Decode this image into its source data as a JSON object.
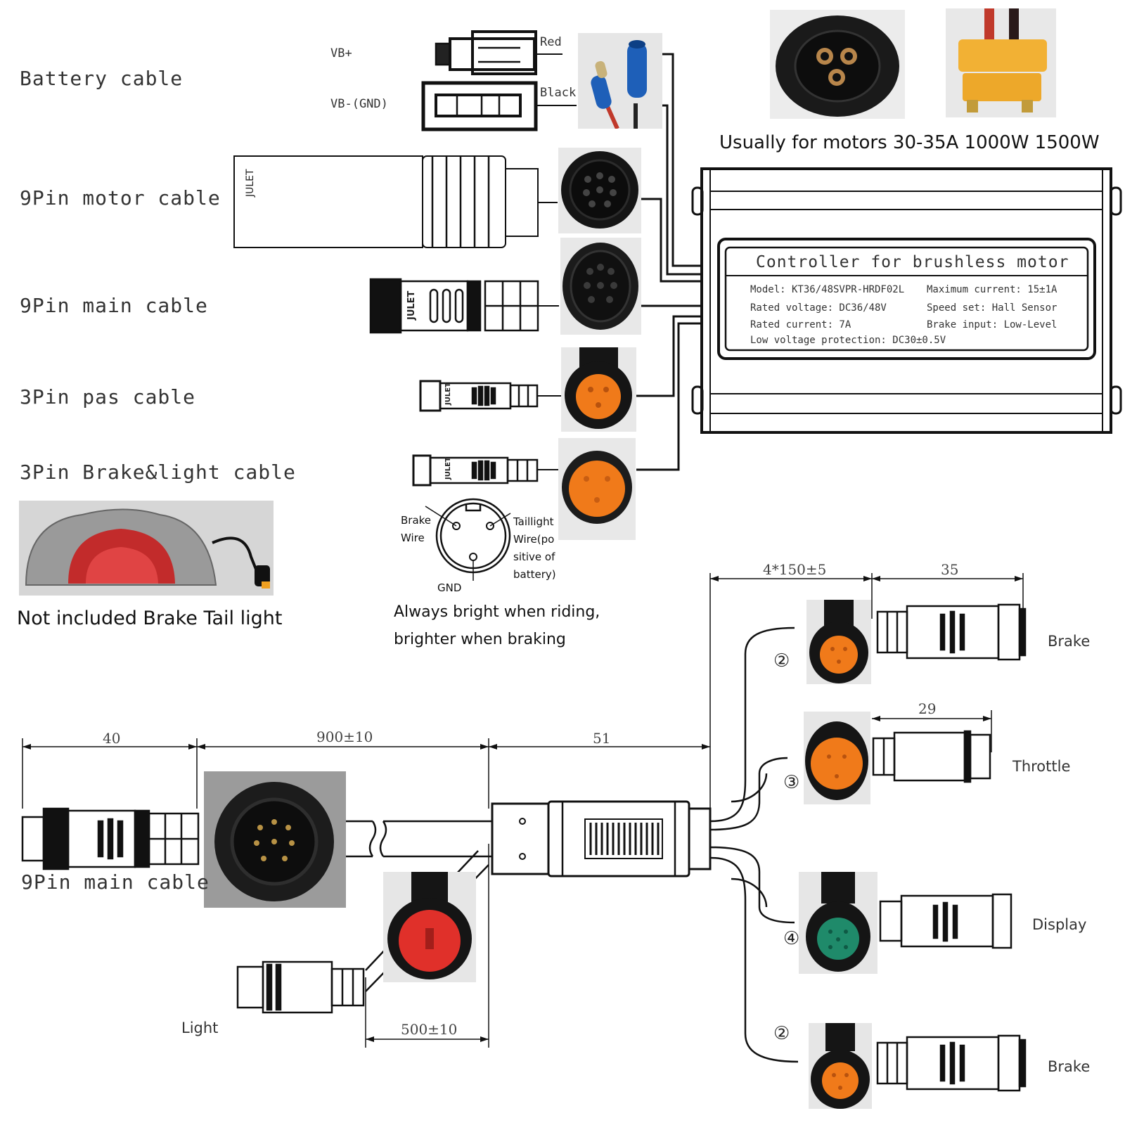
{
  "battery": {
    "label": "Battery cable",
    "pos_label": "VB+",
    "neg_label": "VB-(GND)",
    "red_label": "Red",
    "black_label": "Black"
  },
  "cables": {
    "motor_9pin": "9Pin motor cable",
    "main_9pin": "9Pin main cable",
    "pas_3pin": "3Pin pas cable",
    "brake_light_3pin": "3Pin Brake&light cable",
    "julet_mark": "JULET"
  },
  "motor_note": "Usually for motors 30-35A 1000W 1500W",
  "controller": {
    "title": "Controller for brushless motor",
    "specs": {
      "model": "Model: KT36/48SVPR-HRDF02L",
      "max_current": "Maximum current: 15±1A",
      "rated_voltage": "Rated voltage: DC36/48V",
      "speed_set": "Speed set: Hall Sensor",
      "rated_current": "Rated current: 7A",
      "brake_input": "Brake input: Low-Level",
      "low_voltage": "Low voltage protection: DC30±0.5V"
    }
  },
  "tail_light": {
    "caption": "Not included Brake Tail light"
  },
  "pin_diagram": {
    "brake_wire": [
      "Brake",
      "Wire"
    ],
    "taillight_wire": [
      "Taillight",
      "Wire(po",
      "sitive of",
      "battery)"
    ],
    "gnd": "GND",
    "note_line1": "Always bright when riding,",
    "note_line2": "brighter when braking"
  },
  "harness": {
    "main_label": "9Pin main cable",
    "light_label": "Light",
    "dims": {
      "d40": "40",
      "d900": "900±10",
      "d51": "51",
      "d4x150": "4*150±5",
      "d35": "35",
      "d29": "29",
      "d500": "500±10"
    },
    "branches": [
      {
        "num": "②",
        "label": "Brake"
      },
      {
        "num": "③",
        "label": "Throttle"
      },
      {
        "num": "④",
        "label": "Display"
      },
      {
        "num": "②",
        "label": "Brake"
      }
    ]
  },
  "colors": {
    "orange": "#f07a1a",
    "orange_dark": "#d9651a",
    "teal": "#1f8a6a",
    "red": "#e0302a",
    "black": "#1a1a1a"
  }
}
